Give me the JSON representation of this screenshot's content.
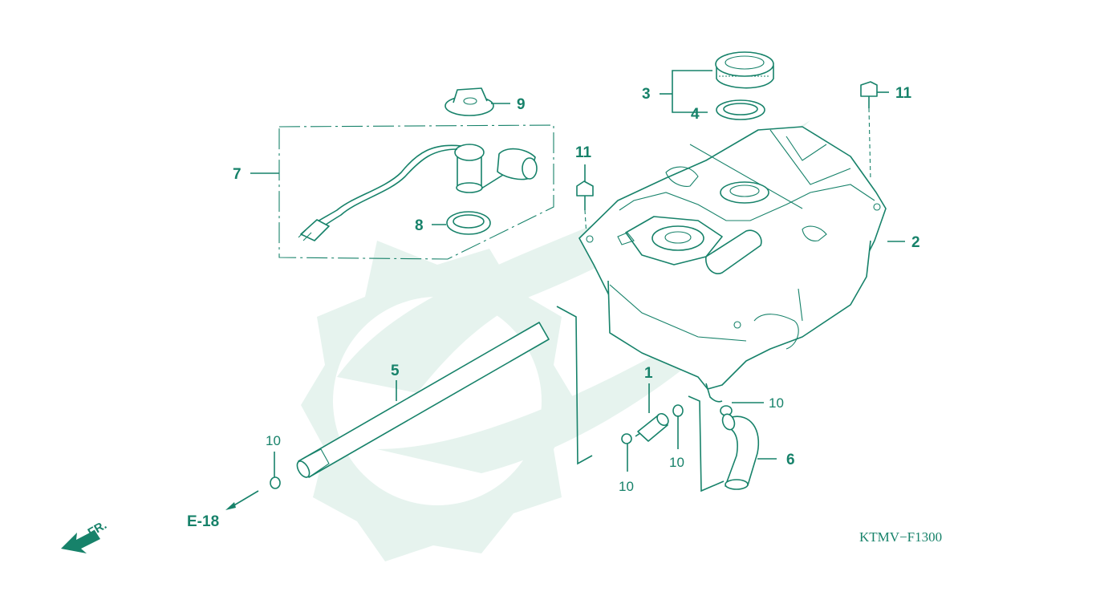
{
  "labels": {
    "p1": "1",
    "p2": "2",
    "p3": "3",
    "p4": "4",
    "p5": "5",
    "p6": "6",
    "p7": "7",
    "p8": "8",
    "p9": "9",
    "p10a": "10",
    "p10b": "10",
    "p10c": "10",
    "p10d": "10",
    "p11a": "11",
    "p11b": "11"
  },
  "ref": {
    "e18": "E-18",
    "fr": "FR.",
    "code": "KTMV−F1300"
  },
  "colors": {
    "ink": "#17826a",
    "watermark": "#e6f3ee"
  }
}
